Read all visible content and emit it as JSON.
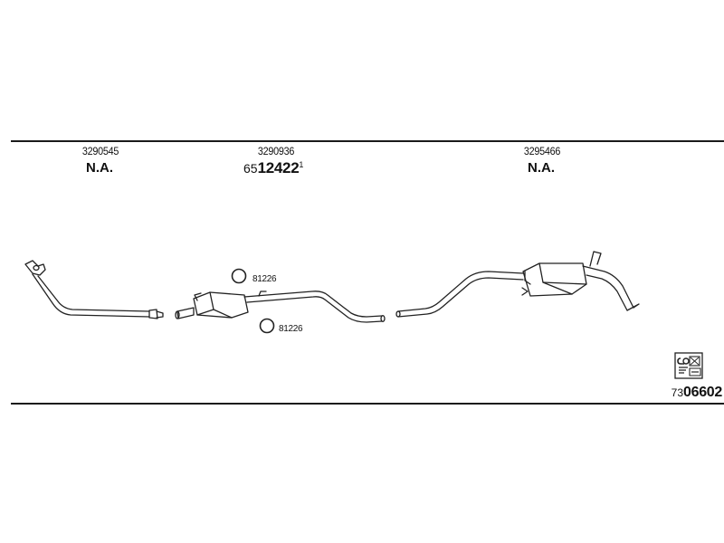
{
  "parts": [
    {
      "number": "3290545",
      "availability": "N.A."
    },
    {
      "number": "3290936",
      "ref_prefix": "65",
      "ref_main": "12422",
      "ref_sup": "1"
    },
    {
      "number": "3295466",
      "availability": "N.A."
    }
  ],
  "clamps": [
    {
      "label": "81226"
    },
    {
      "label": "81226"
    }
  ],
  "diagram_ref": {
    "prefix": "73",
    "main": "06602"
  },
  "icons": [
    "catalog-logo-icon"
  ]
}
